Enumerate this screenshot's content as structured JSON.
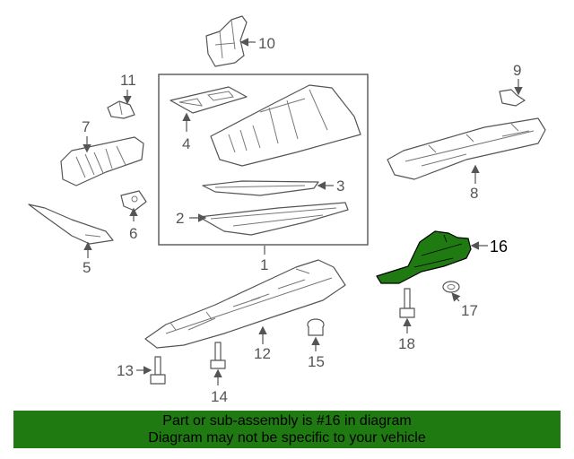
{
  "callouts": {
    "c1": "1",
    "c2": "2",
    "c3": "3",
    "c4": "4",
    "c5": "5",
    "c6": "6",
    "c7": "7",
    "c8": "8",
    "c9": "9",
    "c10": "10",
    "c11": "11",
    "c12": "12",
    "c13": "13",
    "c14": "14",
    "c15": "15",
    "c16": "16",
    "c17": "17",
    "c18": "18"
  },
  "highlight": {
    "part": "16",
    "color": "#1f7a12"
  },
  "banner": {
    "line1": "Part or sub-assembly is #16 in diagram",
    "line2": "Diagram may not be specific to your vehicle",
    "color": "#1f7a12"
  }
}
